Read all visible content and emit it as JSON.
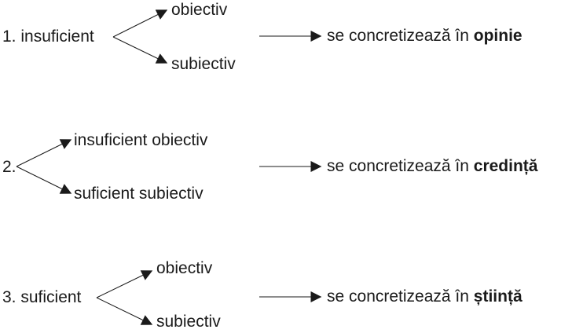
{
  "rows": [
    {
      "label": "1. insuficient",
      "branches": [
        "obiectiv",
        "subiectiv"
      ],
      "result_prefix": "se concretizează în",
      "result_word": "opinie"
    },
    {
      "label": "2.",
      "branches": [
        "insuficient obiectiv",
        "suficient subiectiv"
      ],
      "result_prefix": "se concretizează în",
      "result_word": "credință"
    },
    {
      "label": "3. suficient",
      "branches": [
        "obiectiv",
        "subiectiv"
      ],
      "result_prefix": "se concretizează în",
      "result_word": "știință"
    }
  ],
  "colors": {
    "ink": "#1a1a1a"
  }
}
